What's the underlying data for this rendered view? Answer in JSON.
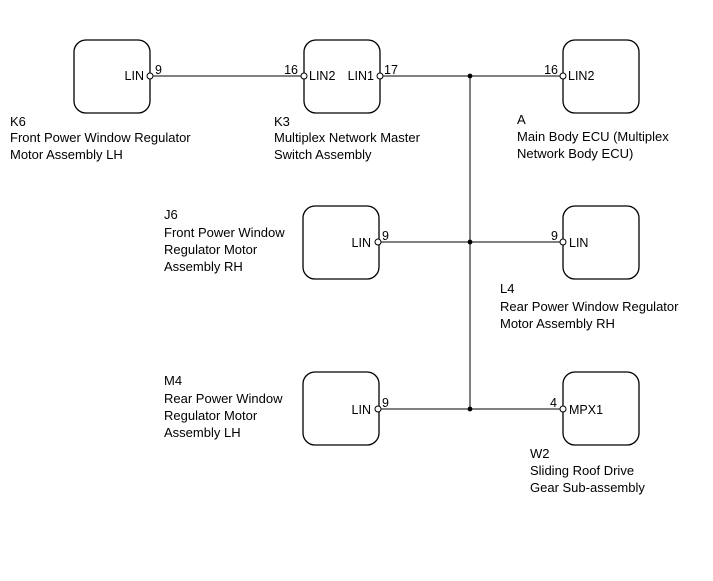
{
  "components": [
    {
      "id": "k6",
      "code": "K6",
      "name_lines": [
        "Front Power Window Regulator",
        "Motor Assembly LH"
      ],
      "pins": [
        {
          "terminal": "LIN",
          "pin_no": "9"
        }
      ]
    },
    {
      "id": "k3",
      "code": "K3",
      "name_lines": [
        "Multiplex Network Master",
        "Switch Assembly"
      ],
      "pins": [
        {
          "terminal": "LIN2",
          "pin_no": "16"
        },
        {
          "terminal": "LIN1",
          "pin_no": "17"
        }
      ]
    },
    {
      "id": "a",
      "code": "A",
      "name_lines": [
        "Main Body ECU (Multiplex",
        "Network Body ECU)"
      ],
      "pins": [
        {
          "terminal": "LIN2",
          "pin_no": "16"
        }
      ]
    },
    {
      "id": "j6",
      "code": "J6",
      "name_lines": [
        "Front Power Window",
        "Regulator Motor",
        "Assembly RH"
      ],
      "pins": [
        {
          "terminal": "LIN",
          "pin_no": "9"
        }
      ]
    },
    {
      "id": "l4",
      "code": "L4",
      "name_lines": [
        "Rear Power Window Regulator",
        "Motor Assembly RH"
      ],
      "pins": [
        {
          "terminal": "LIN",
          "pin_no": "9"
        }
      ]
    },
    {
      "id": "m4",
      "code": "M4",
      "name_lines": [
        "Rear Power Window",
        "Regulator Motor",
        "Assembly LH"
      ],
      "pins": [
        {
          "terminal": "LIN",
          "pin_no": "9"
        }
      ]
    },
    {
      "id": "w2",
      "code": "W2",
      "name_lines": [
        "Sliding Roof Drive",
        "Gear Sub-assembly"
      ],
      "pins": [
        {
          "terminal": "MPX1",
          "pin_no": "4"
        }
      ]
    }
  ]
}
